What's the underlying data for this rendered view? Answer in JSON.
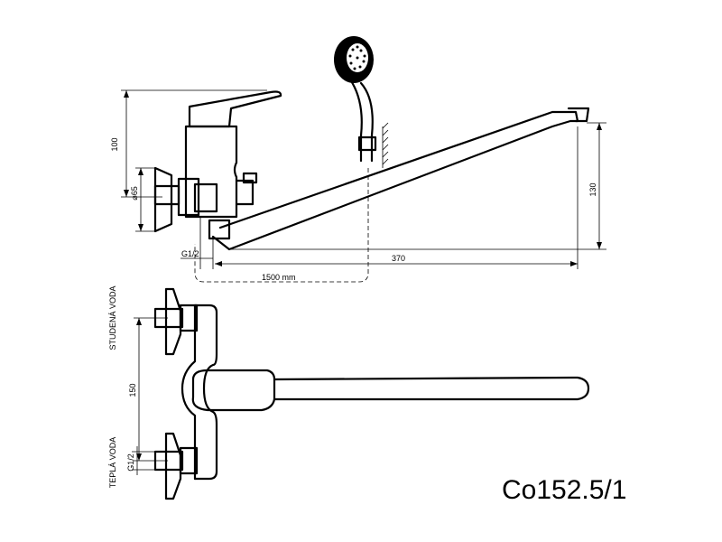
{
  "model_code": "Co152.5/1",
  "dimensions": {
    "height": "100",
    "flange_diameter": "⌀65",
    "thread_top": "G1/2",
    "hose_length": "1500 mm",
    "spout_length": "370",
    "spout_height": "130",
    "center_distance": "150",
    "thread_bottom": "G1/2"
  },
  "labels": {
    "cold_water": "STUDENÁ VODA",
    "hot_water": "TEPLÁ VODA"
  }
}
